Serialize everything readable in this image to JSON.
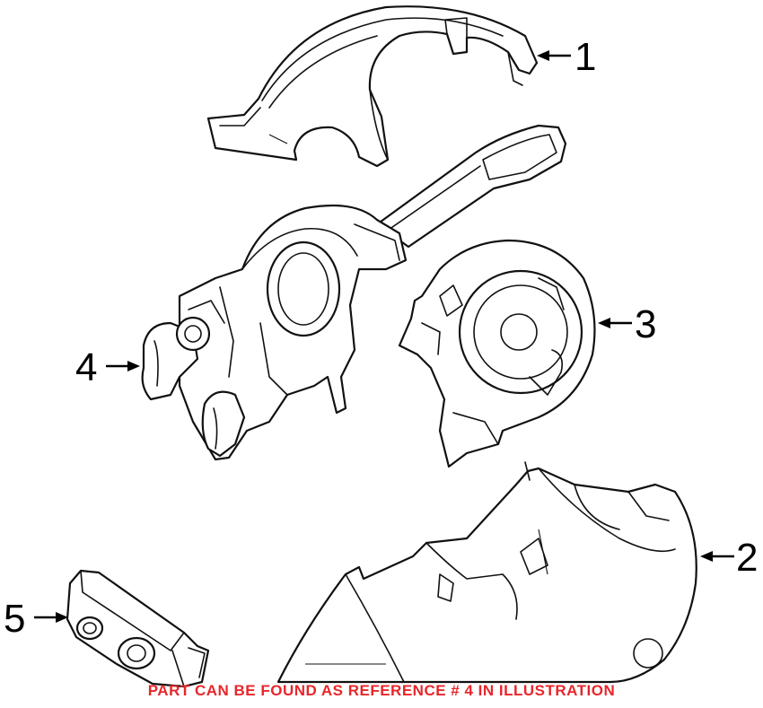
{
  "callouts": [
    {
      "id": "1",
      "label": "1"
    },
    {
      "id": "2",
      "label": "2"
    },
    {
      "id": "3",
      "label": "3"
    },
    {
      "id": "4",
      "label": "4"
    },
    {
      "id": "5",
      "label": "5"
    }
  ],
  "note": {
    "text": "PART CAN BE FOUND AS REFERENCE # 4 IN ILLUSTRATION",
    "color": "#e8262b"
  },
  "colors": {
    "line": "#111111",
    "background": "#ffffff"
  }
}
